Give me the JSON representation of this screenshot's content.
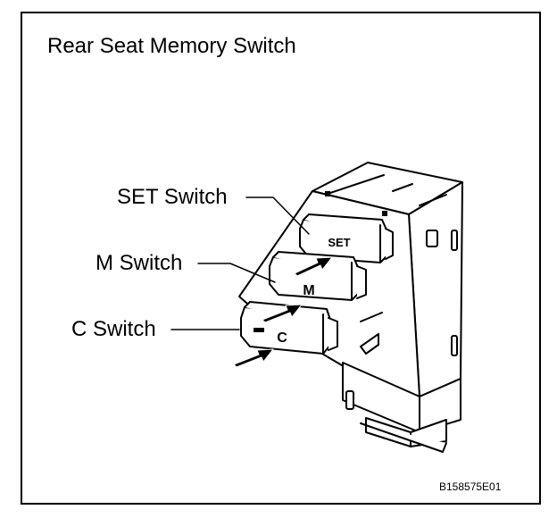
{
  "title": "Rear Seat Memory Switch",
  "labels": {
    "set": "SET Switch",
    "m": "M Switch",
    "c": "C Switch"
  },
  "buttons": {
    "set": "SET",
    "m": "M",
    "c": "C"
  },
  "figure_code": "B158575E01"
}
